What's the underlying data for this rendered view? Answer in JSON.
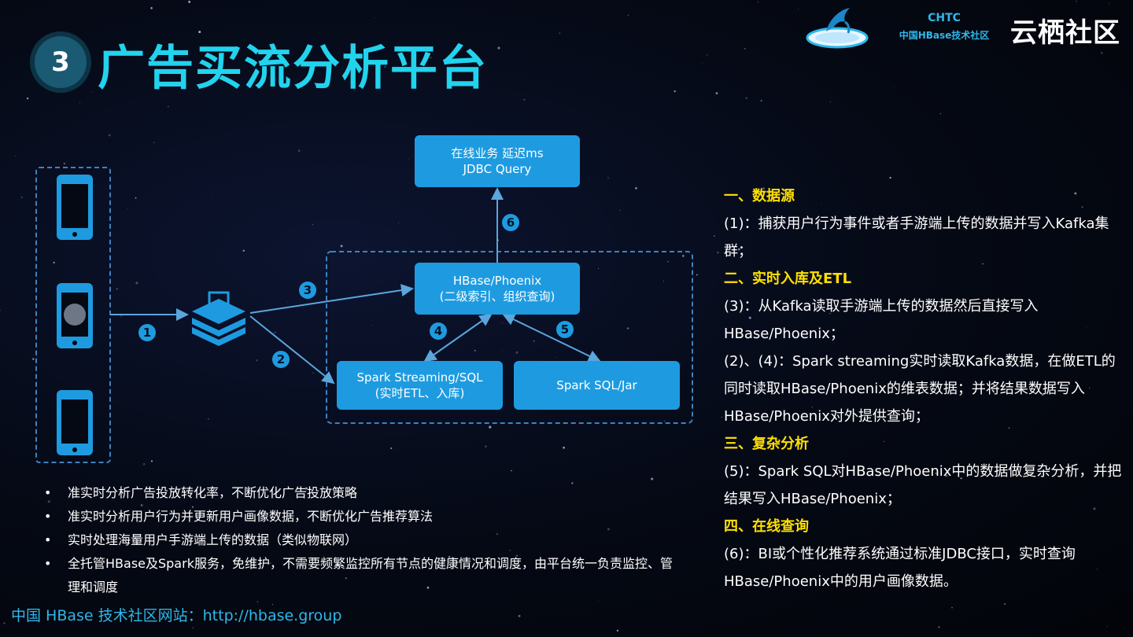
{
  "header": {
    "badge_number": "3",
    "title": "广告买流分析平台",
    "logo_chtc": "CHTC",
    "logo_chtc_sub": "中国HBase技术社区",
    "logo_yunqi": "云栖社区"
  },
  "diagram": {
    "nodes": {
      "online": {
        "line1": "在线业务 延迟ms",
        "line2": "JDBC Query"
      },
      "hbase": {
        "line1": "HBase/Phoenix",
        "line2": "(二级索引、组织查询)"
      },
      "spark_streaming": {
        "line1": "Spark Streaming/SQL",
        "line2": "(实时ETL、入库)"
      },
      "spark_sql": {
        "line1": "Spark SQL/Jar"
      }
    },
    "steps": {
      "s1": "1",
      "s2": "2",
      "s3": "3",
      "s4": "4",
      "s5": "5",
      "s6": "6"
    }
  },
  "bullets": [
    "准实时分析广告投放转化率，不断优化广告投放策略",
    "准实时分析用户行为并更新用户画像数据，不断优化广告推荐算法",
    "实时处理海量用户手游端上传的数据（类似物联网）",
    "全托管HBase及Spark服务，免维护，不需要频繁监控所有节点的健康情况和调度，由平台统一负责监控、管理和调度"
  ],
  "footer": {
    "site": "中国 HBase 技术社区网站：http://hbase.group"
  },
  "right_panel": [
    {
      "heading": "一、数据源",
      "paragraphs": [
        "(1)：捕获用户行为事件或者手游端上传的数据并写入Kafka集群；"
      ]
    },
    {
      "heading": "二、实时入库及ETL",
      "paragraphs": [
        "(3)：从Kafka读取手游端上传的数据然后直接写入HBase/Phoenix；",
        "(2)、(4)：Spark streaming实时读取Kafka数据，在做ETL的同时读取HBase/Phoenix的维表数据；并将结果数据写入HBase/Phoenix对外提供查询；"
      ]
    },
    {
      "heading": "三、复杂分析",
      "paragraphs": [
        "(5)：Spark SQL对HBase/Phoenix中的数据做复杂分析，并把结果写入HBase/Phoenix；"
      ]
    },
    {
      "heading": "四、在线查询",
      "paragraphs": [
        "(6)：BI或个性化推荐系统通过标准JDBC接口，实时查询HBase/Phoenix中的用户画像数据。"
      ]
    }
  ],
  "colors": {
    "accent": "#1e9be0",
    "title": "#22d3ee",
    "heading": "#ffe000",
    "link": "#2fb7ea"
  }
}
